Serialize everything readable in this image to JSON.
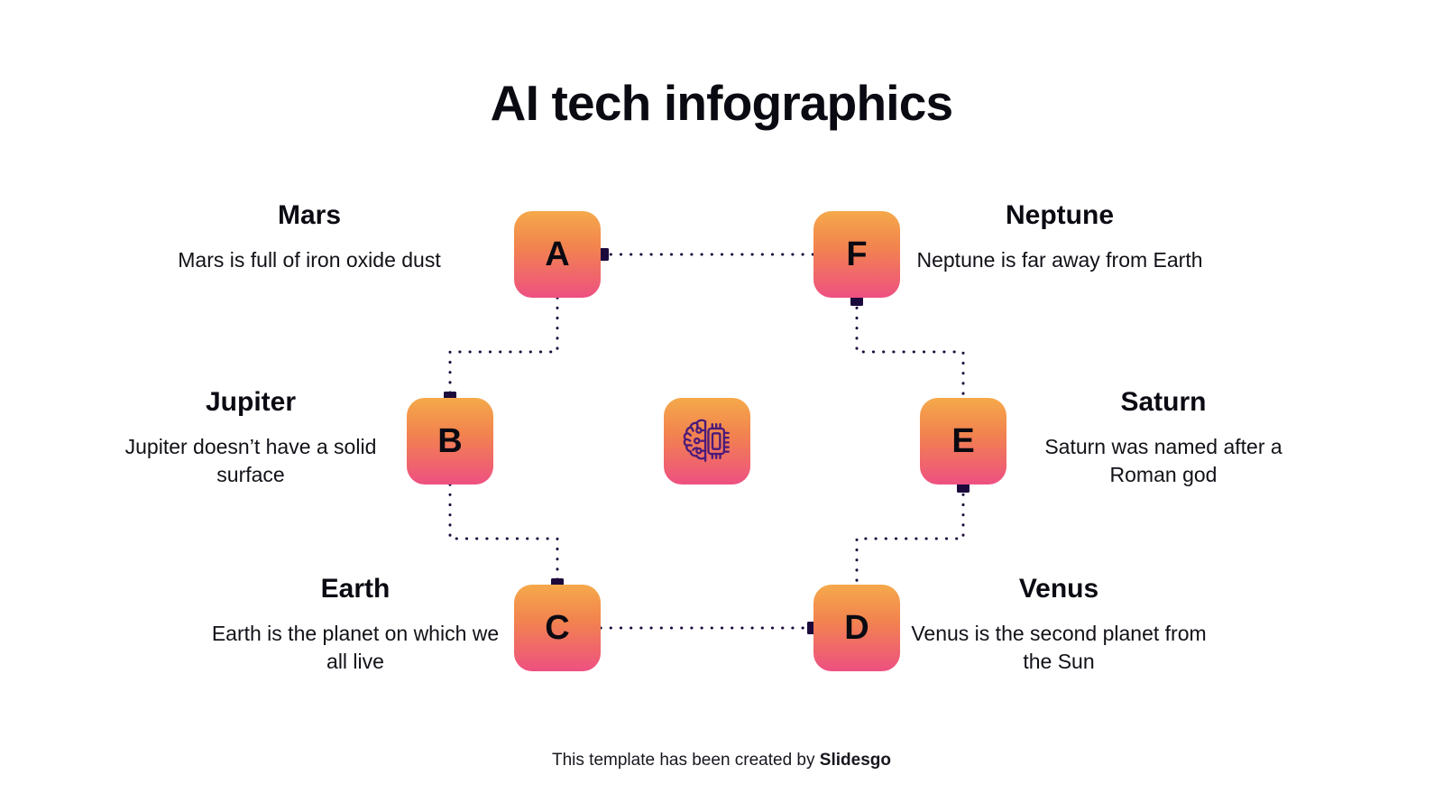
{
  "slide": {
    "title": "AI tech infographics",
    "background_color": "#ffffff"
  },
  "theme": {
    "gradient_top": "#F5A94A",
    "gradient_bottom": "#EE5081",
    "connector_color": "#1D0A3D",
    "text_color": "#0a0a12"
  },
  "center_icon": {
    "name": "ai-brain-chip-icon",
    "color": "#4B1A7A"
  },
  "nodes": [
    {
      "id": "A",
      "label": "A"
    },
    {
      "id": "F",
      "label": "F"
    },
    {
      "id": "B",
      "label": "B"
    },
    {
      "id": "E",
      "label": "E"
    },
    {
      "id": "C",
      "label": "C"
    },
    {
      "id": "D",
      "label": "D"
    }
  ],
  "items": [
    {
      "node": "A",
      "heading": "Mars",
      "body": "Mars is full of iron oxide dust"
    },
    {
      "node": "F",
      "heading": "Neptune",
      "body": "Neptune is far away from Earth"
    },
    {
      "node": "B",
      "heading": "Jupiter",
      "body": "Jupiter doesn’t have a solid surface"
    },
    {
      "node": "E",
      "heading": "Saturn",
      "body": "Saturn was named after a Roman god"
    },
    {
      "node": "C",
      "heading": "Earth",
      "body": "Earth is the planet on which we all live"
    },
    {
      "node": "D",
      "heading": "Venus",
      "body": "Venus is the second planet from the Sun"
    }
  ],
  "connections": [
    {
      "from": "A",
      "to": "F"
    },
    {
      "from": "A",
      "to": "B"
    },
    {
      "from": "B",
      "to": "C"
    },
    {
      "from": "C",
      "to": "D"
    },
    {
      "from": "F",
      "to": "E"
    },
    {
      "from": "E",
      "to": "D"
    }
  ],
  "footer": {
    "text": "This template has been created by ",
    "brand": "Slidesgo"
  }
}
